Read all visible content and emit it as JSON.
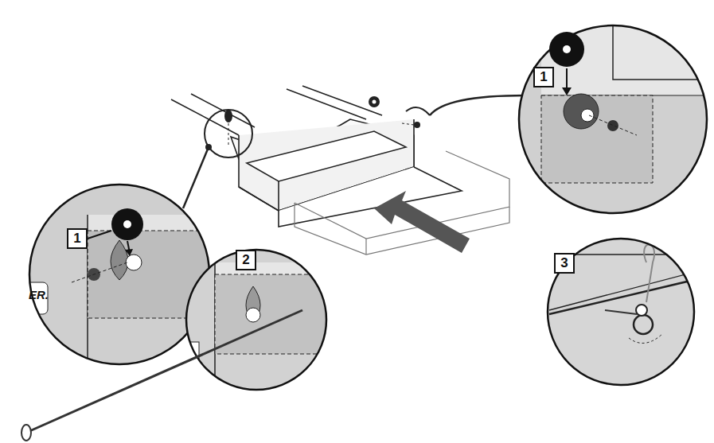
{
  "diagram": {
    "labels": [
      "1",
      "1",
      "2",
      "3",
      "ER."
    ]
  }
}
